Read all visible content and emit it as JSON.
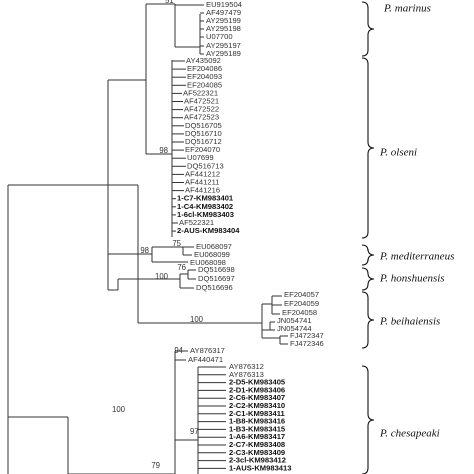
{
  "tree": {
    "clades": [
      {
        "label": "P. marinus",
        "kind": "marinus"
      },
      {
        "label": "P. olseni",
        "kind": "olseni"
      },
      {
        "label": "P. mediterraneus",
        "kind": "med"
      },
      {
        "label": "P. honshuensis",
        "kind": "hon"
      },
      {
        "label": "P. beihaiensis",
        "kind": "bei"
      },
      {
        "label": "P. chesapeaki",
        "kind": "ches"
      }
    ],
    "marinus_leaves": [
      "EU919504",
      "AF497479",
      "AY295199",
      "AY295198",
      "U07700",
      "AY295197",
      "AY295189"
    ],
    "olseni_leaves": [
      "AY435092",
      "EF204086",
      "EF204093",
      "EF204085",
      "AF522321",
      "AF472521",
      "AF472522",
      "AF472523",
      "DQ516705",
      "DQ516710",
      "DQ516712",
      "EF204070",
      "U07699",
      "DQ516713",
      "AF441212",
      "AF441211",
      "AF441216",
      "1-C7-KM983401",
      "1-C4-KM983402",
      "1-6cl-KM983403",
      "AF522321",
      "2-AUS-KM983404"
    ],
    "olseni_bold": [
      "1-C7-KM983401",
      "1-C4-KM983402",
      "1-6cl-KM983403",
      "2-AUS-KM983404"
    ],
    "med_leaves": [
      "EU068097",
      "EU068099",
      "EU068098"
    ],
    "hon_leaves": [
      "DQ516698",
      "DQ516697",
      "DQ516696"
    ],
    "bei_leaves": [
      "EF204057",
      "EF204059",
      "EF204058",
      "JN054741",
      "JN054744",
      "FJ472347",
      "FJ472346"
    ],
    "ches_top_leaves": [
      "AY876317",
      "AF440471"
    ],
    "ches_leaves": [
      "AY876312",
      "AY876313",
      "2-D5-KM983405",
      "2-D1-KM983406",
      "2-C6-KM983407",
      "2-C2-KM983410",
      "2-C1-KM983411",
      "1-B8-KM983416",
      "1-B3-KM983415",
      "1-A6-KM983417",
      "2-C7-KM983408",
      "2-C3-KM983409",
      "2-3cl-KM983412",
      "1-AUS-KM983413"
    ],
    "bootstraps": {
      "marinus": "51",
      "olseni": "98",
      "med_outer": "98",
      "med_inner": "75",
      "hon_outer": "100",
      "hon_inner": "76",
      "bei": "100",
      "ches_outer": "100",
      "ches_top": "94",
      "ches_inner": "97",
      "ches_low": "79"
    }
  }
}
